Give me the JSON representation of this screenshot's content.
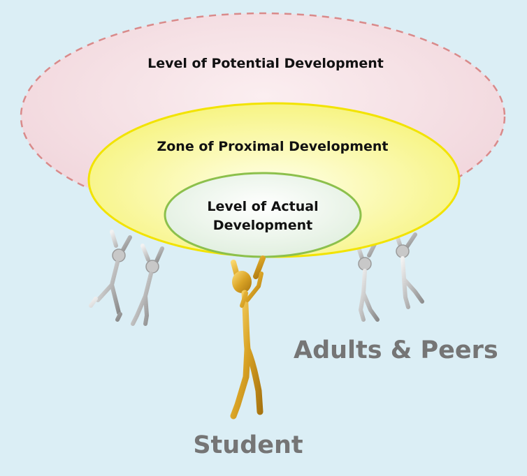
{
  "diagram": {
    "outer_ellipse": {
      "label": "Level of Potential Development"
    },
    "middle_ellipse": {
      "label": "Zone of Proximal Development"
    },
    "inner_ellipse": {
      "label_line1": "Level of Actual",
      "label_line2": "Development"
    },
    "caption_supporters": "Adults & Peers",
    "caption_learner": "Student"
  },
  "colors": {
    "background": "#dbeef5",
    "outer_fill": "#f3dbe0",
    "outer_border": "#d98a8a",
    "middle_fill": "#fbf9a8",
    "middle_border": "#f2e300",
    "inner_fill": "#eef5ec",
    "inner_border": "#8cc04c",
    "student_figure": "#d4a12a",
    "peer_figure": "#b8b8b8",
    "caption_text": "#757575"
  },
  "figures": {
    "student": {
      "icon": "gold-stick-figure-lifting"
    },
    "peers": {
      "icon": "gray-stick-figure-lifting",
      "count": 4
    }
  }
}
